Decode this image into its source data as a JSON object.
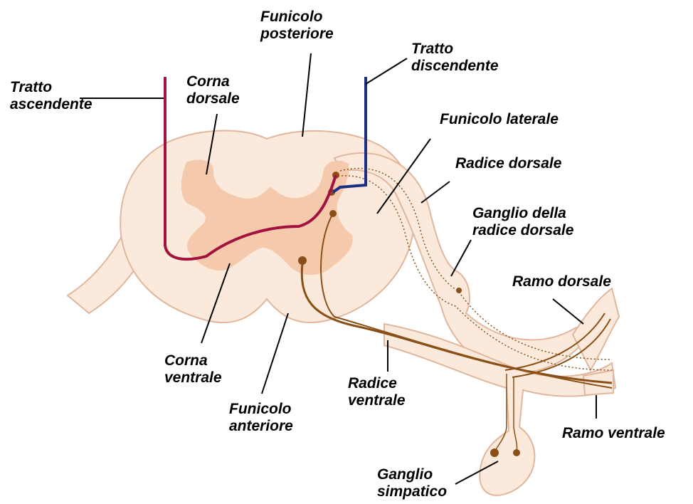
{
  "colors": {
    "white_matter": "#fbeadb",
    "gray_matter": "#f5c9ac",
    "outline": "#e0b79d",
    "ascending_tract": "#a3123f",
    "descending_tract": "#1c2f86",
    "neuron": "#8a4f16",
    "leader_line": "#000000"
  },
  "labels": {
    "tratto_ascendente": [
      "Tratto",
      "ascendente"
    ],
    "corna_dorsale": [
      "Corna",
      "dorsale"
    ],
    "funicolo_posteriore": [
      "Funicolo",
      "posteriore"
    ],
    "tratto_discendente": [
      "Tratto",
      "discendente"
    ],
    "funicolo_laterale": [
      "Funicolo laterale"
    ],
    "radice_dorsale": [
      "Radice dorsale"
    ],
    "ganglio_radice_dorsale": [
      "Ganglio della",
      "radice dorsale"
    ],
    "ramo_dorsale": [
      "Ramo dorsale"
    ],
    "corna_ventrale": [
      "Corna",
      "ventrale"
    ],
    "funicolo_anteriore": [
      "Funicolo",
      "anteriore"
    ],
    "radice_ventrale": [
      "Radice",
      "ventrale"
    ],
    "ramo_ventrale": [
      "Ramo ventrale"
    ],
    "ganglio_simpatico": [
      "Ganglio",
      "simpatico"
    ]
  }
}
